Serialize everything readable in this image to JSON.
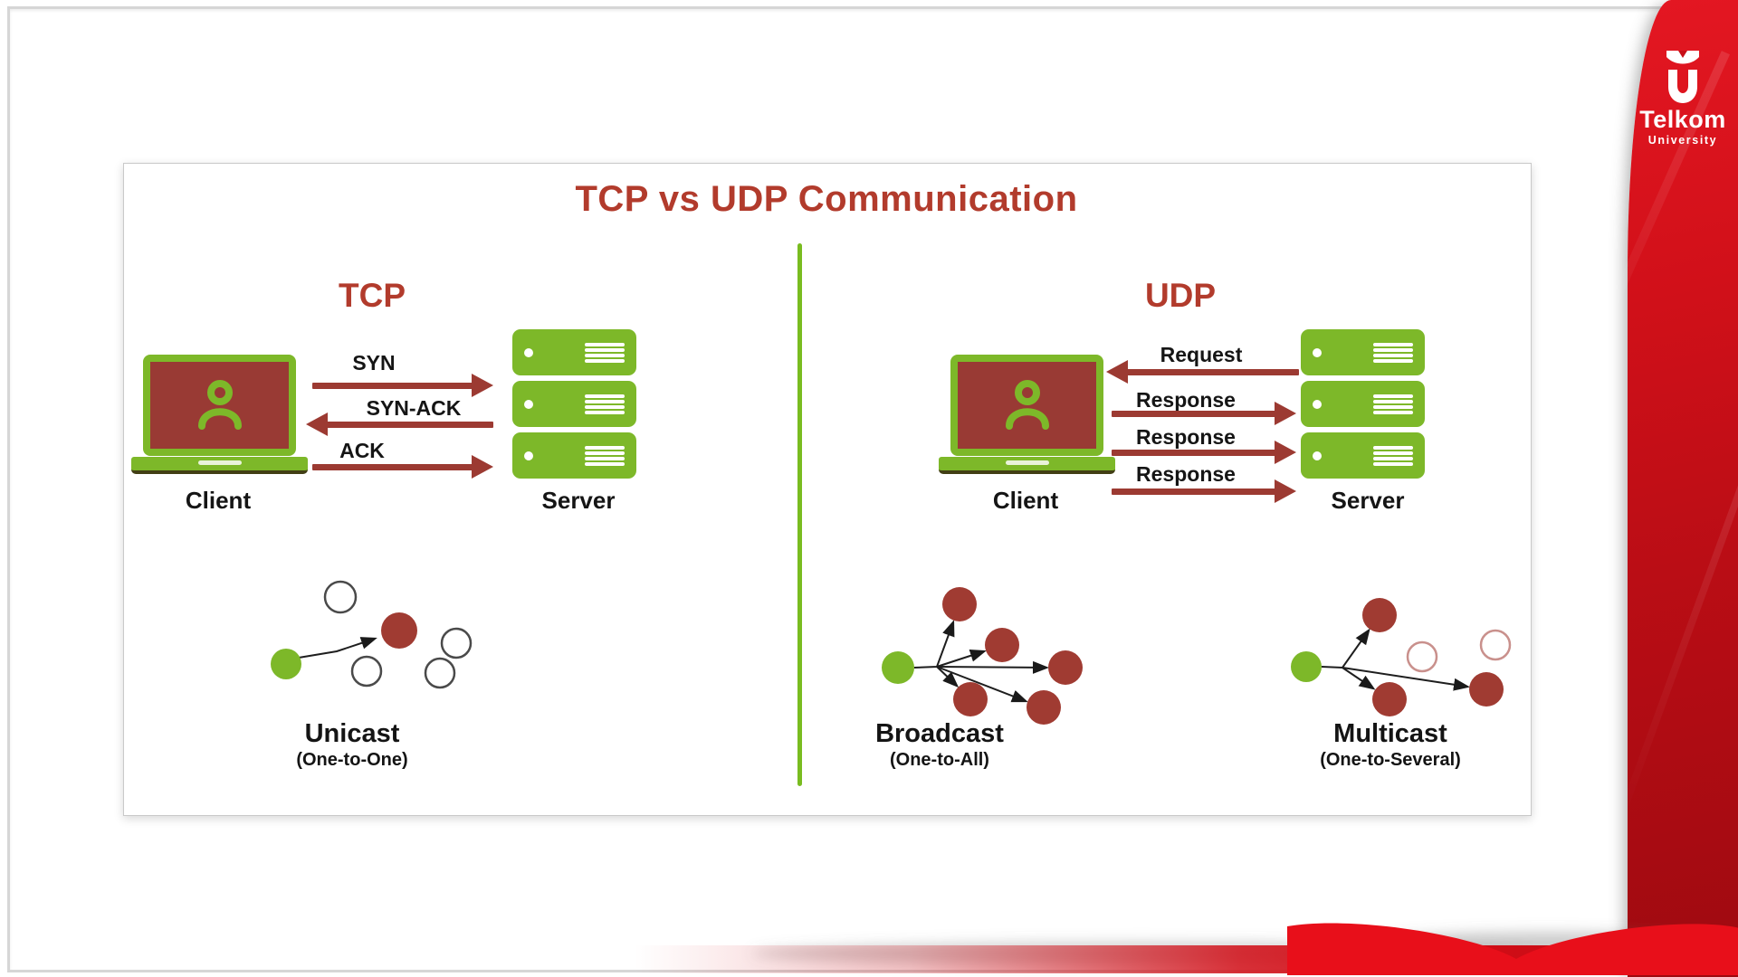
{
  "slide": {
    "title": "TCP vs UDP Communication"
  },
  "tcp": {
    "heading": "TCP",
    "client_label": "Client",
    "server_label": "Server",
    "messages": [
      {
        "label": "SYN",
        "direction": "client-to-server"
      },
      {
        "label": "SYN-ACK",
        "direction": "server-to-client"
      },
      {
        "label": "ACK",
        "direction": "client-to-server"
      }
    ]
  },
  "udp": {
    "heading": "UDP",
    "client_label": "Client",
    "server_label": "Server",
    "messages": [
      {
        "label": "Request",
        "direction": "toward-client"
      },
      {
        "label": "Response",
        "direction": "toward-server"
      },
      {
        "label": "Response",
        "direction": "toward-server"
      },
      {
        "label": "Response",
        "direction": "toward-server"
      }
    ]
  },
  "cast_modes": [
    {
      "name": "Unicast",
      "subtitle": "(One-to-One)"
    },
    {
      "name": "Broadcast",
      "subtitle": "(One-to-All)"
    },
    {
      "name": "Multicast",
      "subtitle": "(One-to-Several)"
    }
  ],
  "branding": {
    "logo_title": "Telkom",
    "logo_subtitle": "University"
  },
  "colors": {
    "title-red": "#b23b2c",
    "arrow-red": "#9c3a32",
    "node-red": "#a03b32",
    "screen-red": "#993a34",
    "green": "#7db829",
    "divider-green": "#79bc20",
    "text-black": "#151515",
    "band-red": "#d31019",
    "ribbon-red": "#e80f1a"
  }
}
